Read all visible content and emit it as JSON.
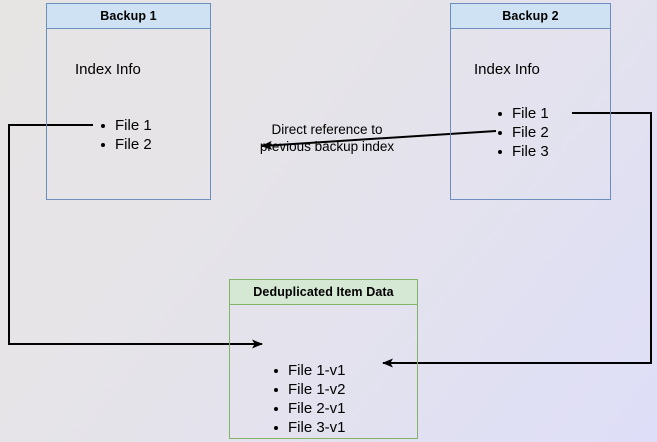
{
  "diagram": {
    "title": "Backup deduplication index reference diagram",
    "background": {
      "from": "#e7e4e4",
      "to": "#dedef8"
    },
    "palette": {
      "blue_border": "#6c8ebf",
      "blue_fill": "#cfe2f3",
      "green_border": "#82b366",
      "green_fill": "#d5e8d4",
      "edge": "#000000"
    },
    "nodes": [
      {
        "id": "backup1",
        "header": "Backup 1",
        "section_label": "Index Info",
        "items": [
          "File 1",
          "File 2"
        ]
      },
      {
        "id": "backup2",
        "header": "Backup 2",
        "section_label": "Index Info",
        "items": [
          "File 1",
          "File 2",
          "File 3"
        ]
      },
      {
        "id": "dedup",
        "header": "Deduplicated Item Data",
        "items": [
          "File 1-v1",
          "File 1-v2",
          "File 2-v1",
          "File 3-v1"
        ]
      }
    ],
    "edge_labels": [
      {
        "id": "direct-reference",
        "line1": "Direct reference to",
        "line2": "previous backup index"
      }
    ]
  }
}
